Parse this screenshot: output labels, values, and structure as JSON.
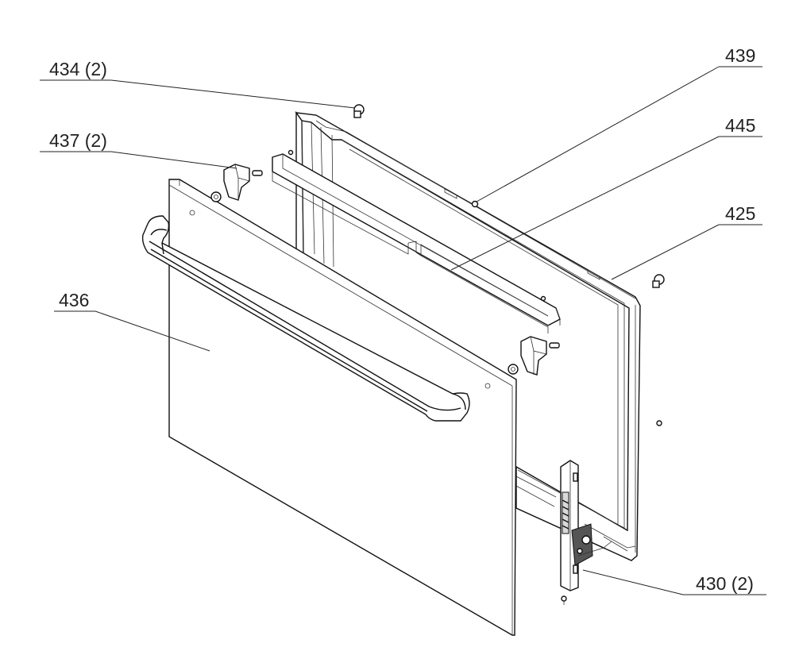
{
  "diagram": {
    "callouts": [
      {
        "id": "434",
        "label": "434 (2)"
      },
      {
        "id": "437",
        "label": "437 (2)"
      },
      {
        "id": "436",
        "label": "436"
      },
      {
        "id": "439",
        "label": "439"
      },
      {
        "id": "445",
        "label": "445"
      },
      {
        "id": "425",
        "label": "425"
      },
      {
        "id": "430",
        "label": "430 (2)"
      }
    ],
    "colors": {
      "line": "#111111",
      "shade": "#d9d9d9",
      "background": "#ffffff"
    }
  }
}
